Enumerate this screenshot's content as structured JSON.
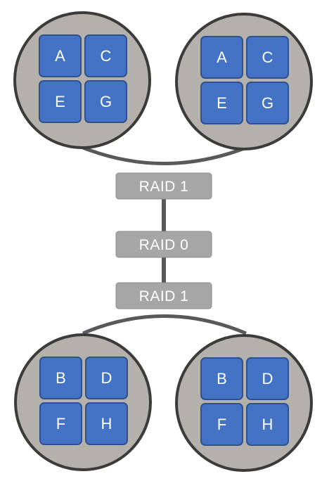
{
  "colors": {
    "disk_fill": "#b4b0ac",
    "disk_stroke": "#3b3b3b",
    "block_fill": "#4472c4",
    "block_stroke": "#2f528f",
    "raid_fill": "#a6a6a6",
    "raid_stroke": "#8c8c8c",
    "connector": "#595959"
  },
  "raid_levels": {
    "top_mirror": "RAID 1",
    "stripe": "RAID 0",
    "bottom_mirror": "RAID 1"
  },
  "disks": {
    "top_left": {
      "blocks": [
        "A",
        "C",
        "E",
        "G"
      ]
    },
    "top_right": {
      "blocks": [
        "A",
        "C",
        "E",
        "G"
      ]
    },
    "bottom_left": {
      "blocks": [
        "B",
        "D",
        "F",
        "H"
      ]
    },
    "bottom_right": {
      "blocks": [
        "B",
        "D",
        "F",
        "H"
      ]
    }
  }
}
